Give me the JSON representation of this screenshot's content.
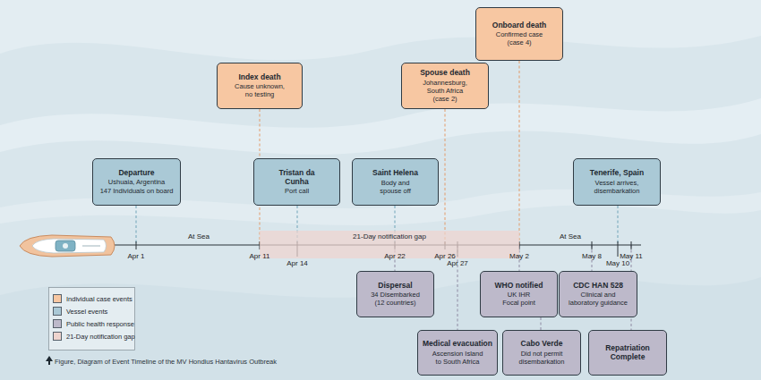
{
  "diagram": {
    "caption": "Figure, Diagram of Event Timeline of the MV Hondius Hantavirus Outbreak",
    "nodes": [
      {
        "text": [
          "Onboard death",
          "Confirmed case (case 4)"
        ]
      },
      {
        "text": [
          "Index death",
          "Cause unknown, no testing"
        ]
      },
      {
        "text": [
          "Spouse death",
          "Johannesburg, South Africa (case 2)"
        ]
      },
      {
        "text": [
          "Departure",
          "Ushuaia, Argentina",
          "147 Individuals on board"
        ]
      },
      {
        "text": [
          "Tristan da Cunha",
          "Port call"
        ]
      },
      {
        "text": [
          "Saint Helena",
          "Body and spouse off"
        ]
      },
      {
        "text": [
          "Tenerife, Spain",
          "Vessel arrives, disembarkation"
        ]
      },
      {
        "text": [
          "21-Day notification gap"
        ]
      },
      {
        "text": [
          "Dispersal",
          "34 Disembarked (12 countries)"
        ]
      },
      {
        "text": [
          "WHO notified",
          "UK IHR Focal point"
        ]
      },
      {
        "text": [
          "CDC HAN 528",
          "Clinical and laboratory guidance"
        ]
      },
      {
        "text": [
          "Medical evacuation",
          "Ascension Island to South Africa"
        ]
      },
      {
        "text": [
          "Cabo Verde",
          "Did not permit disembarkation"
        ]
      },
      {
        "text": [
          "Repatriation Complete"
        ]
      }
    ],
    "labels": [
      "At Sea",
      "Apr 1",
      "Apr 11",
      "Apr 14",
      "Apr 22",
      "Apr 26",
      "Apr 27",
      "May 2",
      "At Sea",
      "May 8",
      "May 10",
      "May 11"
    ],
    "legend": [
      {
        "text": "Individual case events",
        "color": "#f7c7a2"
      },
      {
        "text": "Vessel events",
        "color": "#aac9d6"
      },
      {
        "text": "Public health response",
        "color": "#bdb9ca"
      },
      {
        "text": "21-Day notification gap",
        "color": "#eed4ce"
      }
    ]
  }
}
